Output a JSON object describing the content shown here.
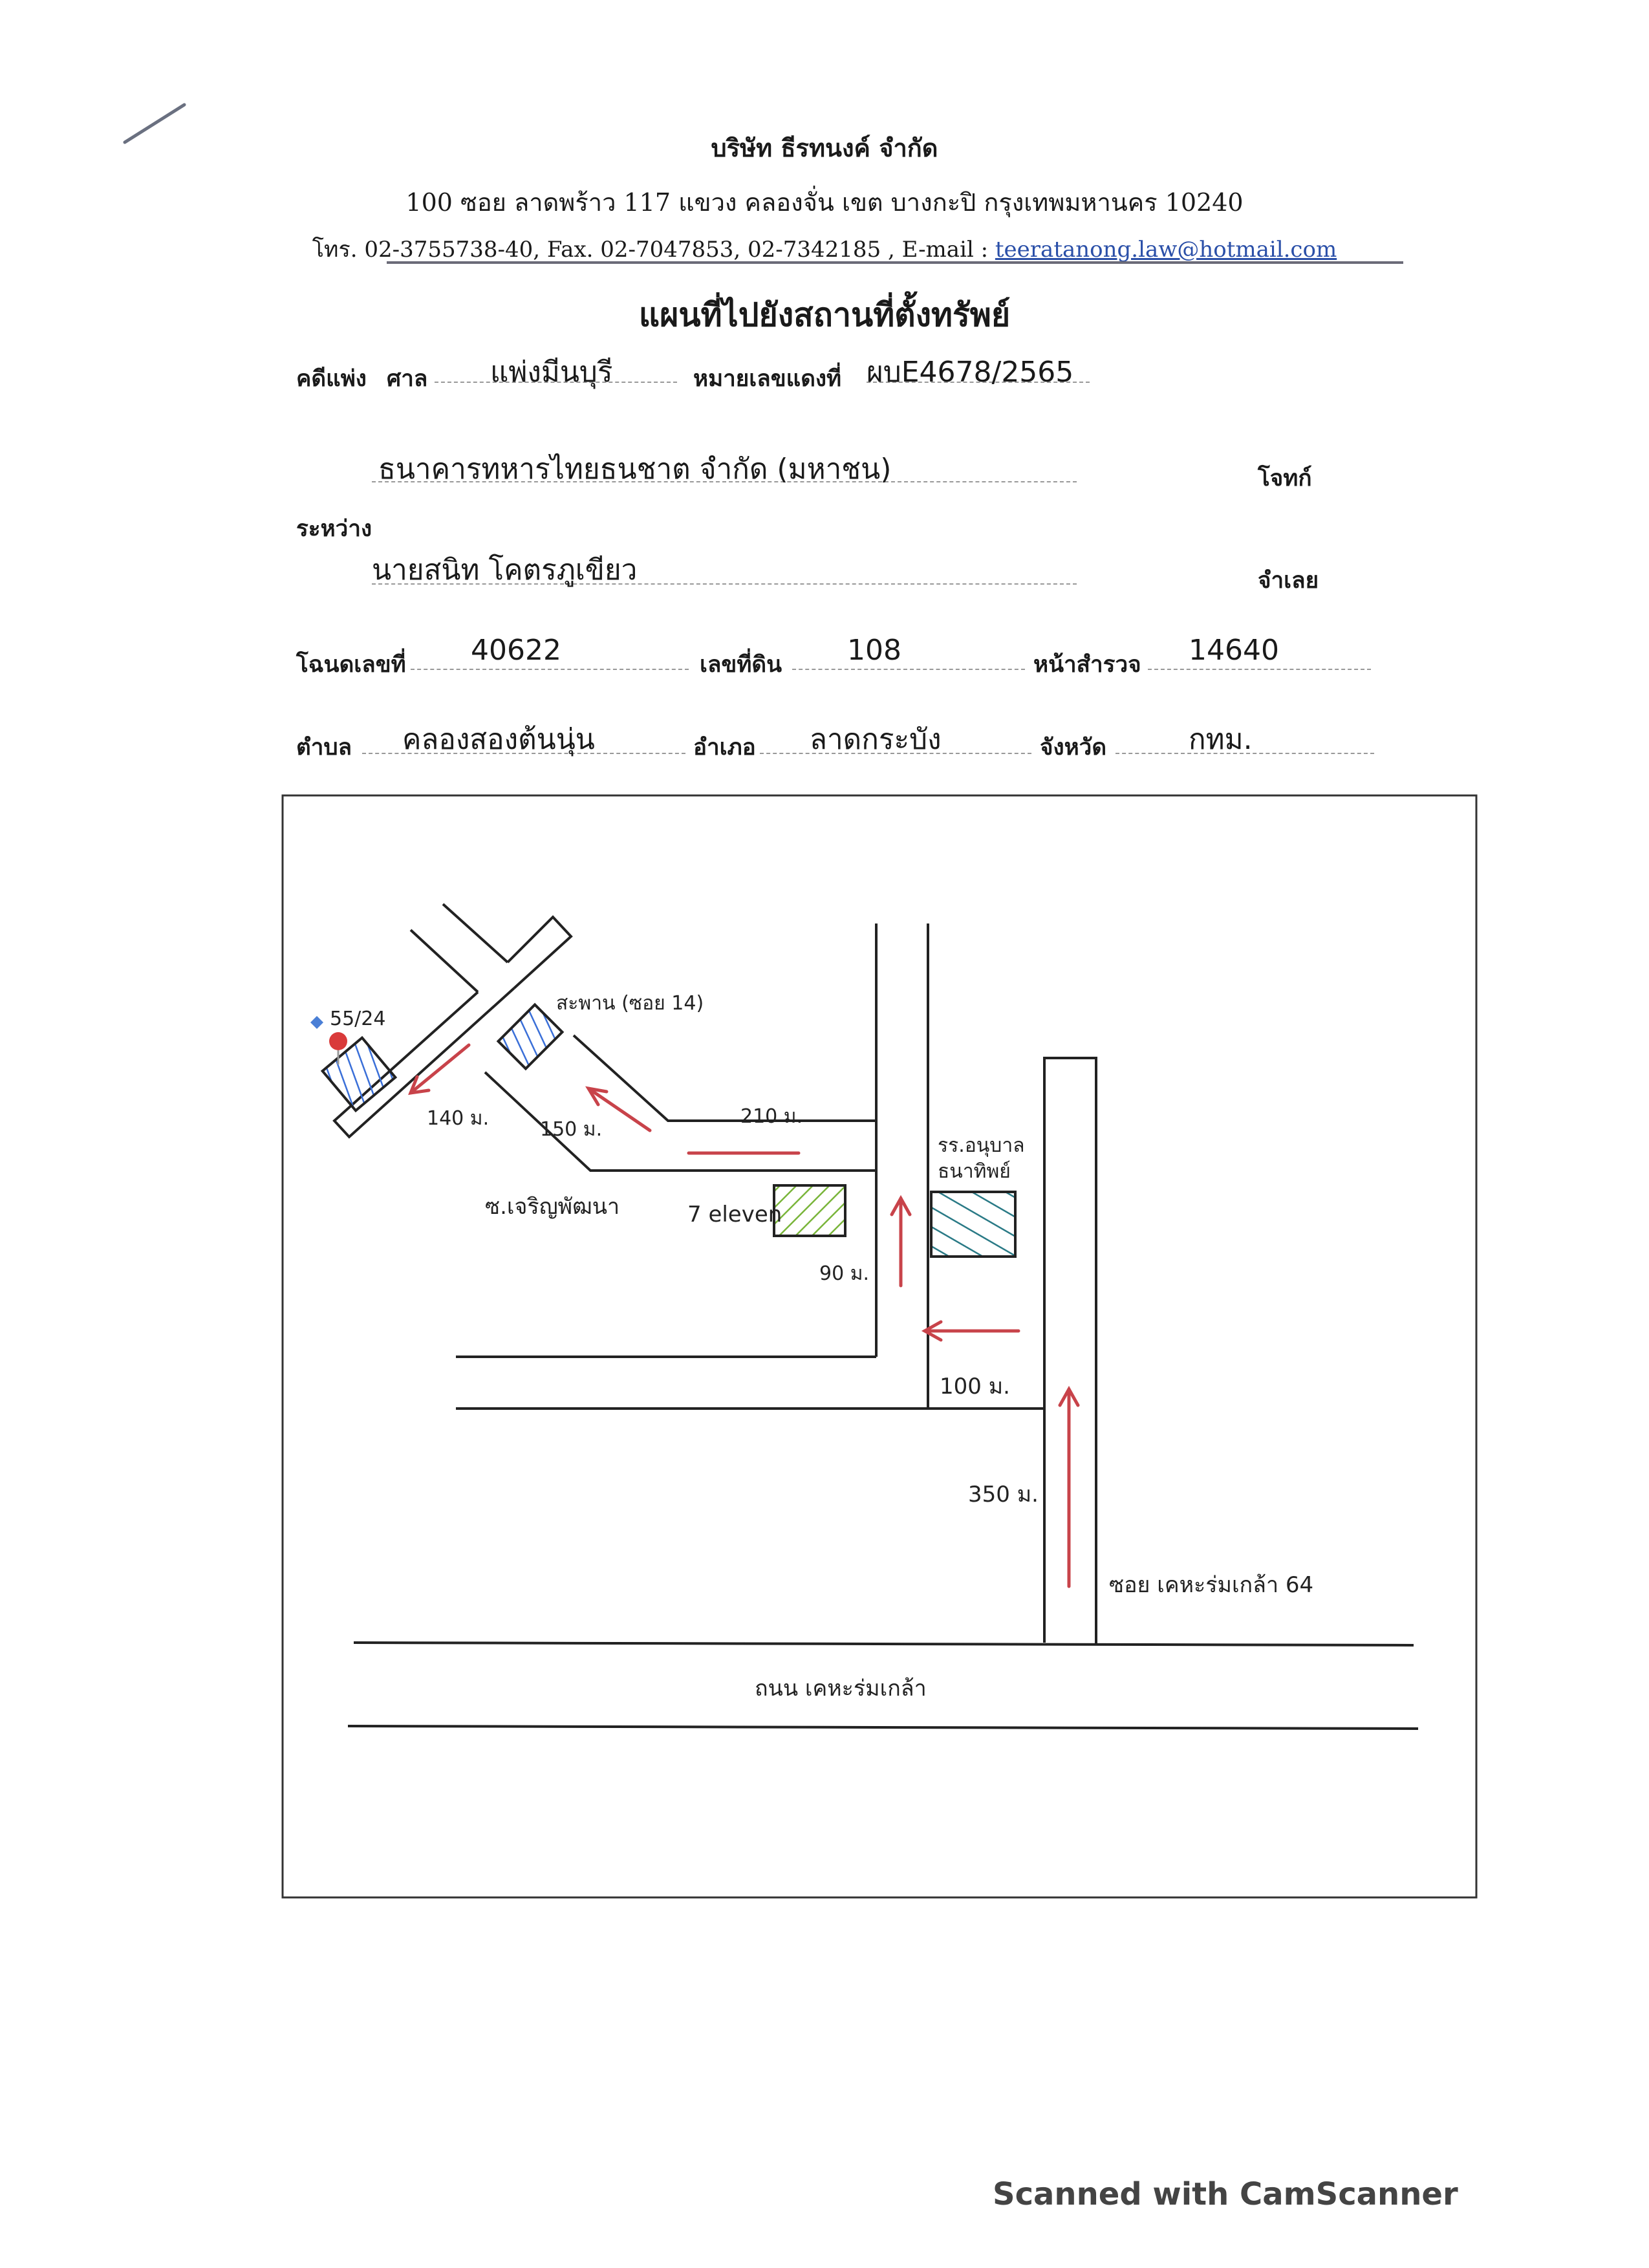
{
  "letterhead": {
    "company": "บริษัท ธีรทนงค์ จำกัด",
    "address": "100 ซอย ลาดพร้าว 117 แขวง คลองจั่น เขต บางกะปิ กรุงเทพมหานคร 10240",
    "contact_prefix": "โทร. 02-3755738-40, Fax. 02-7047853, 02-7342185 , E-mail : ",
    "email": "teeratanong.law@hotmail.com"
  },
  "title": "แผนที่ไปยังสถานที่ตั้งทรัพย์",
  "case": {
    "case_type_label": "คดีแพ่ง",
    "court_label": "ศาล",
    "court_value": "แพ่งมีนบุรี",
    "red_no_label": "หมายเลขแดงที่",
    "red_no_value": "ผบE4678/2565",
    "between_label": "ระหว่าง",
    "plaintiff_value": "ธนาคารทหารไทยธนชาต จำกัด (มหาชน)",
    "plaintiff_label": "โจทก์",
    "defendant_value": "นายสนิท โคตรภูเขียว",
    "defendant_label": "จำเลย"
  },
  "deed": {
    "deed_no_label": "โฉนดเลขที่",
    "deed_no_value": "40622",
    "land_no_label": "เลขที่ดิน",
    "land_no_value": "108",
    "survey_label": "หน้าสำรวจ",
    "survey_value": "14640",
    "subdistrict_label": "ตำบล",
    "subdistrict_value": "คลองสองต้นนุ่น",
    "district_label": "อำเภอ",
    "district_value": "ลาดกระบัง",
    "province_label": "จังหวัด",
    "province_value": "กทม."
  },
  "map": {
    "property_marker": "55/24",
    "bridge": "สะพาน (ซอย 14)",
    "dist_140": "140 ม.",
    "dist_150": "150 ม.",
    "dist_210": "210 ม.",
    "dist_90": "90 ม.",
    "dist_100": "100 ม.",
    "dist_350": "350 ม.",
    "soi_charoen": "ซ.เจริญพัฒนา",
    "seven_eleven": "7 eleven",
    "school_line1": "รร.อนุบาล",
    "school_line2": "ธนาทิพย์",
    "soi_main": "ซอย เคหะร่มเกล้า 64",
    "main_road": "ถนน เคหะร่มเกล้า",
    "colors": {
      "road": "#222222",
      "arrow": "#c8434a",
      "property_hatch": "#3a6fd8",
      "seven_eleven_hatch": "#79b53a",
      "school_hatch": "#2a7a86",
      "pin": "#d93a3a",
      "diamond": "#4a7fd6"
    }
  },
  "footer": {
    "scanner": "Scanned with CamScanner"
  }
}
